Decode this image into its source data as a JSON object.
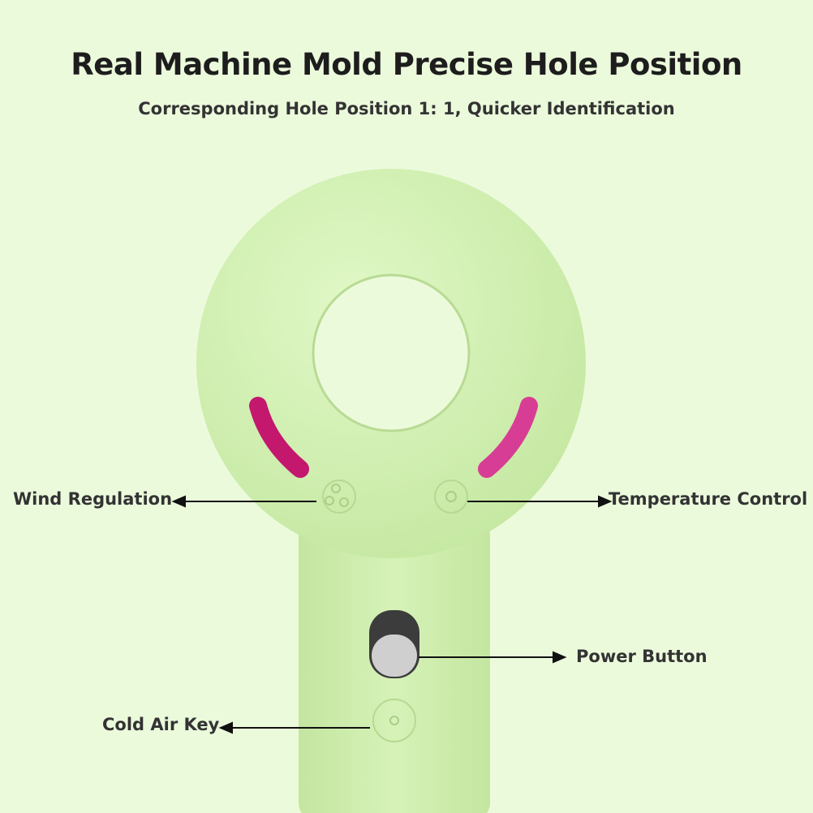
{
  "header": {
    "title": "Real Machine Mold  Precise Hole Position",
    "subtitle": "Corresponding Hole Position 1: 1, Quicker Identification"
  },
  "callouts": {
    "wind": "Wind Regulation",
    "temperature": "Temperature Control",
    "power": "Power Button",
    "cold_air": "Cold Air Key"
  },
  "colors": {
    "body": "#d3f0b4",
    "slot": "#d0207a",
    "background": "#ecfadc"
  }
}
